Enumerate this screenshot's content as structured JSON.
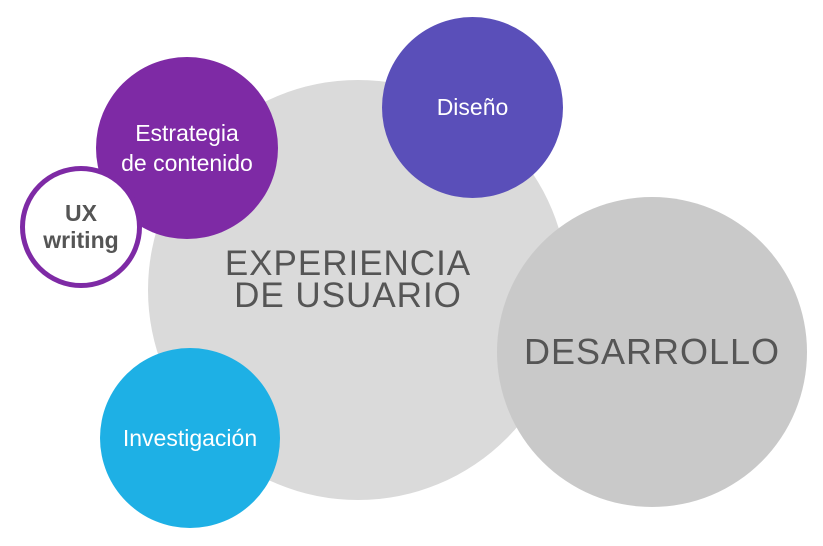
{
  "colors": {
    "main": "#dadada",
    "diseno": "#5a4fb9",
    "estrategia": "#7e2aa5",
    "investigacion": "#1eb0e5",
    "desarrollo": "#c9c9c9",
    "text_dark": "#555555"
  },
  "nodes": {
    "main": {
      "line1": "EXPERIENCIA",
      "line2": "DE USUARIO"
    },
    "diseno": {
      "label": "Diseño"
    },
    "estrategia": {
      "line1": "Estrategia",
      "line2": "de contenido"
    },
    "ux_writing": {
      "line1": "UX",
      "line2": "writing"
    },
    "investigacion": {
      "label": "Investigación"
    },
    "desarrollo": {
      "label": "DESARROLLO"
    }
  }
}
